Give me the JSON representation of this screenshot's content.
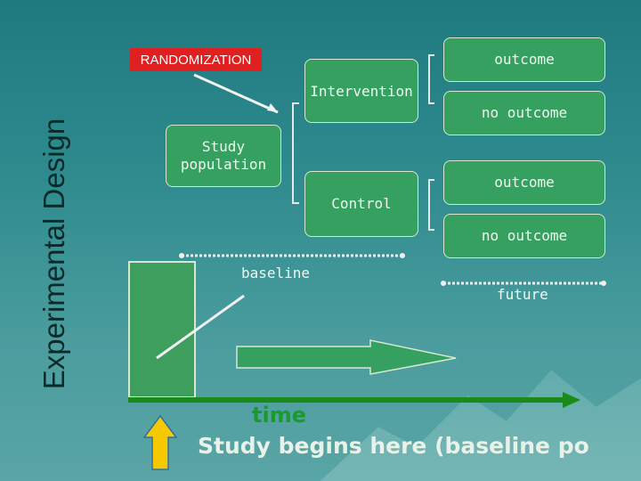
{
  "side_title": "Experimental Design",
  "randomization": "RANDOMIZATION",
  "intervention": "Intervention",
  "control": "Control",
  "study_population": "Study\npopulation",
  "outcome_1": "outcome",
  "no_outcome_1": "no outcome",
  "outcome_2": "outcome",
  "no_outcome_2": "no outcome",
  "baseline": "baseline",
  "future": "future",
  "time": "time",
  "study_begins": "Study begins here  (baseline po",
  "colors": {
    "box_green": "#35a060",
    "randomization_red": "#e02020",
    "time_green": "#1a9a2a",
    "up_arrow_yellow": "#f5c800"
  }
}
